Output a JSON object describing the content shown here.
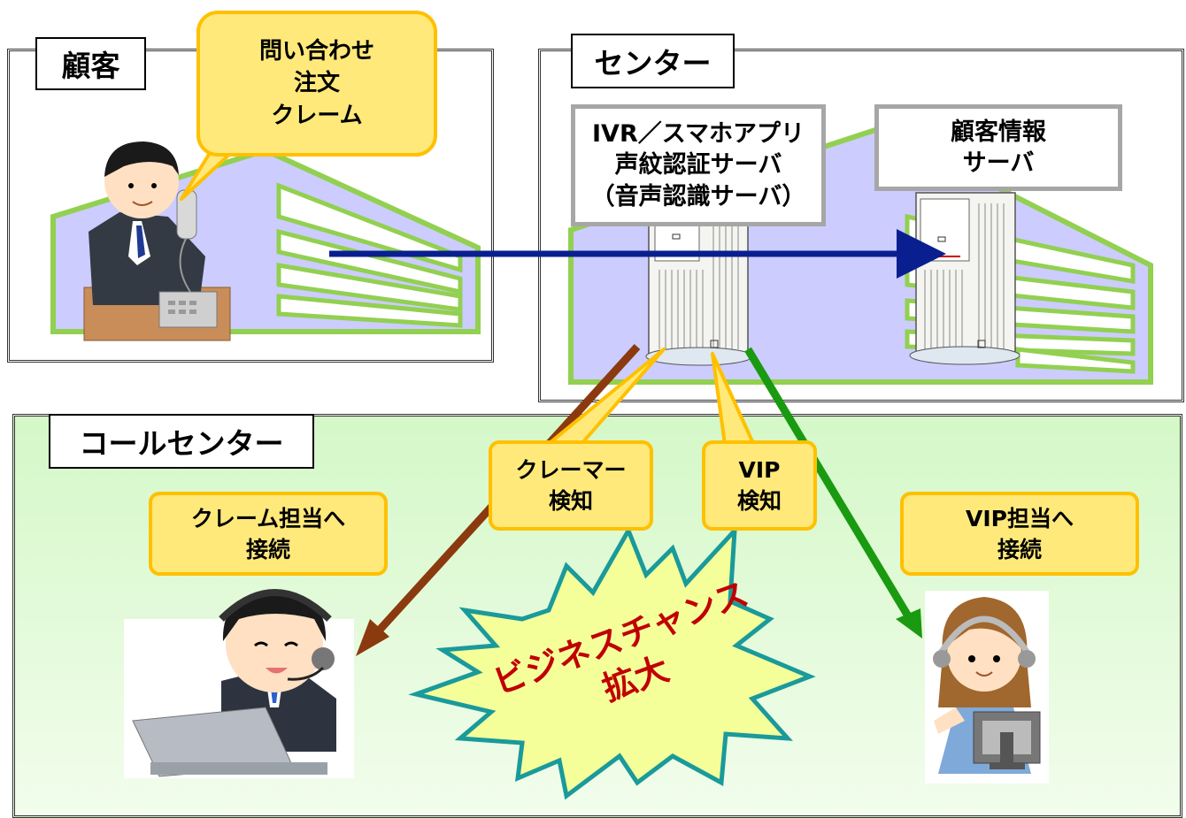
{
  "customer": {
    "label": "顧客",
    "bubble_text": "問い合わせ\n注文\nクレーム"
  },
  "center": {
    "label": "センター",
    "ivr_server": "IVR／スマホアプリ\n声紋認証サーバ\n（音声認識サーバ）",
    "customer_info_server": "顧客情報\nサーバ"
  },
  "callcenter": {
    "label": "コールセンター",
    "claimer_detect": "クレーマー\n検知",
    "vip_detect": "VIP\n検知",
    "claim_connect": "クレーム担当へ\n接続",
    "vip_connect": "VIP担当へ\n接続",
    "burst_text_line1": "ビジネスチャンス",
    "burst_text_line2": "拡大"
  },
  "colors": {
    "callcenter_bg": "#e9fbe0",
    "server_frame": "#92d050",
    "frame_fill": "#ccccff",
    "yellow_fill": "#ffe97a",
    "yellow_border": "#ffc000",
    "arrow_blue": "#0a1f8f",
    "arrow_brown": "#8b3a0f",
    "arrow_green": "#1a9a10",
    "burst_fill": "#f5ff9a",
    "burst_stroke": "#1a9a9a",
    "burst_text": "#c00000"
  }
}
